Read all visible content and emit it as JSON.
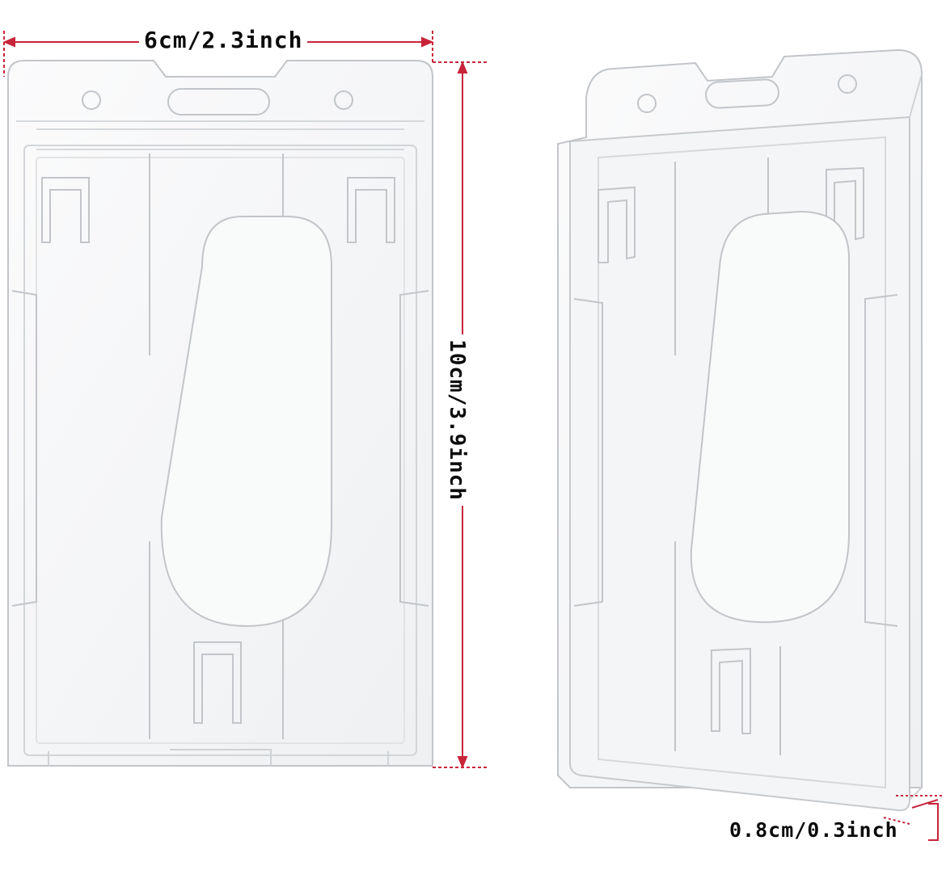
{
  "image": {
    "subject": "clear-vertical-badge-holder",
    "colors": {
      "dimension_accent": "#c8243a",
      "label_text": "#0b0b0b",
      "plastic_edge": "#c4c7cb",
      "plastic_fill": "#f6f7f8",
      "background": "#ffffff"
    }
  },
  "dimensions": {
    "width_label": "6cm/2.3inch",
    "height_label": "10cm/3.9inch",
    "depth_label": "0.8cm/0.3inch"
  }
}
